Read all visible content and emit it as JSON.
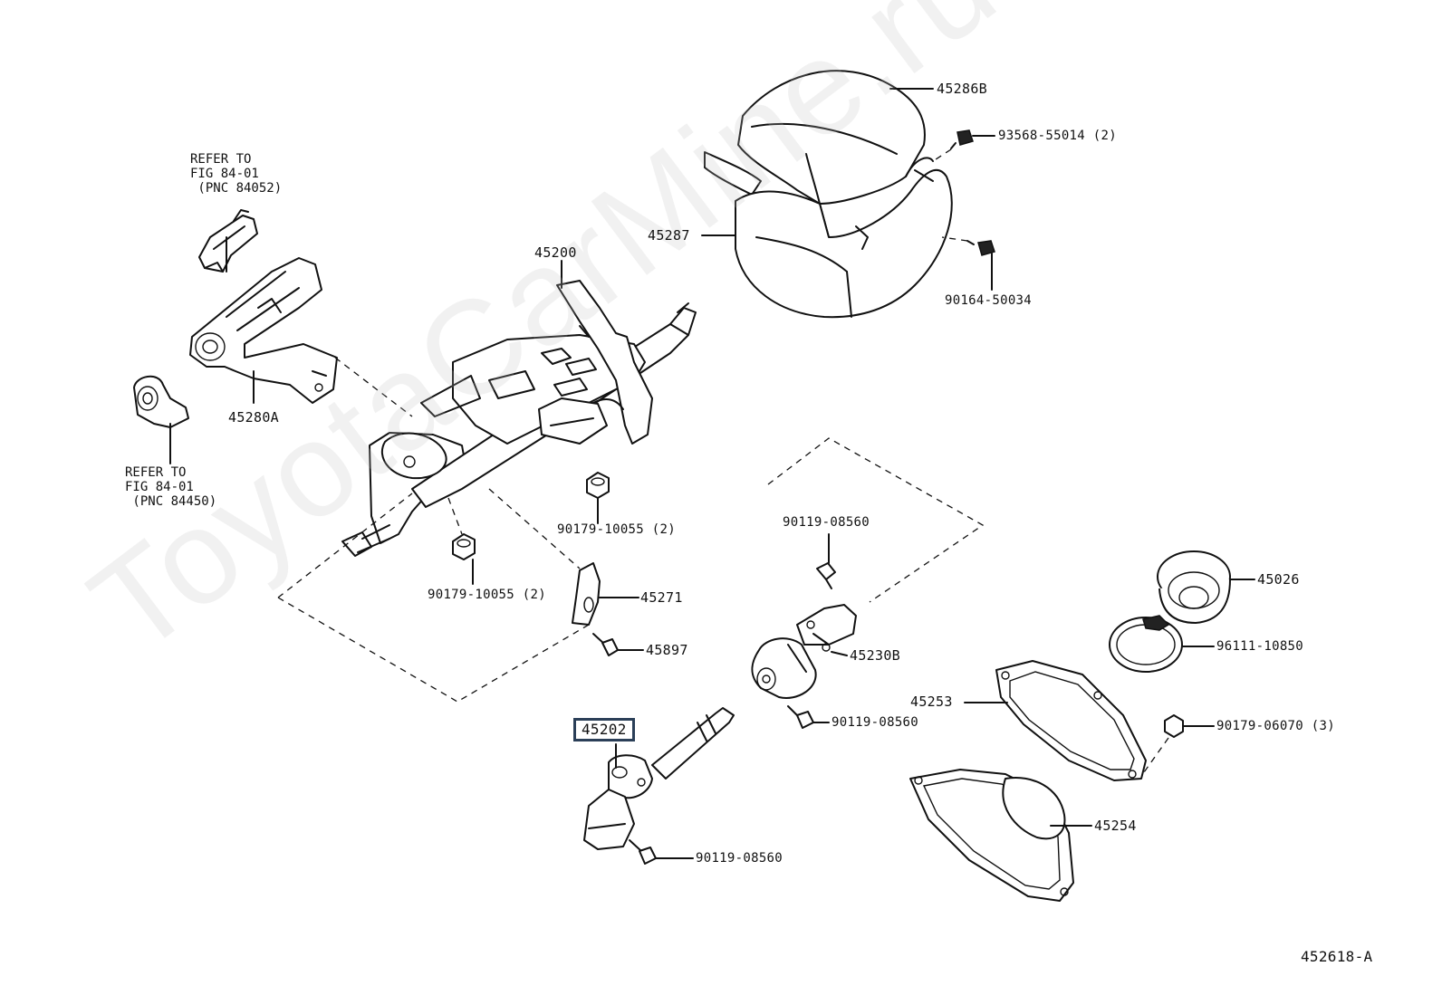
{
  "diagram": {
    "watermark": "ToyotaCarMine.ru",
    "figure_code": "452618-A",
    "highlighted_part": "45202",
    "parts": {
      "p45286B": "45286B",
      "p93568": "93568-55014 (2)",
      "p45287": "45287",
      "p90164": "90164-50034",
      "p45200": "45200",
      "p45280A": "45280A",
      "p90179_a": "90179-10055 (2)",
      "p90179_b": "90179-10055 (2)",
      "p45271": "45271",
      "p45897": "45897",
      "p90119_a": "90119-08560",
      "p45230B": "45230B",
      "p90119_b": "90119-08560",
      "p90119_c": "90119-08560",
      "p45026": "45026",
      "p96111": "96111-10850",
      "p45253": "45253",
      "p90179_06070": "90179-06070 (3)",
      "p45254": "45254"
    },
    "references": {
      "ref1": "REFER TO\nFIG 84-01\n (PNC 84052)",
      "ref2": "REFER TO\nFIG 84-01\n (PNC 84450)"
    }
  }
}
